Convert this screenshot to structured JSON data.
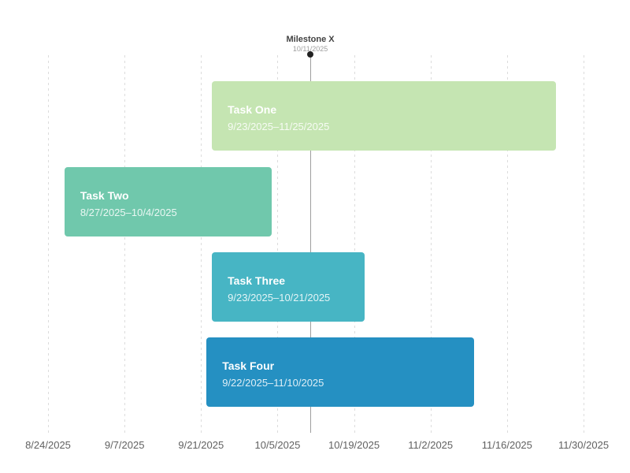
{
  "chart_data": {
    "type": "gantt",
    "axis": {
      "range_start": "8/24/2025",
      "range_end": "11/30/2025",
      "tick_labels": [
        "8/24/2025",
        "9/7/2025",
        "9/21/2025",
        "10/5/2025",
        "10/19/2025",
        "11/2/2025",
        "11/16/2025",
        "11/30/2025"
      ],
      "grid": "dashed-vertical"
    },
    "milestone": {
      "label": "Milestone X",
      "date": "10/11/2025"
    },
    "tasks": [
      {
        "name": "Task One",
        "start": "9/23/2025",
        "end": "11/25/2025",
        "date_label": "9/23/2025–11/25/2025",
        "color": "#c5e5b2"
      },
      {
        "name": "Task Two",
        "start": "8/27/2025",
        "end": "10/4/2025",
        "date_label": "8/27/2025–10/4/2025",
        "color": "#70c8ac"
      },
      {
        "name": "Task Three",
        "start": "9/23/2025",
        "end": "10/21/2025",
        "date_label": "9/23/2025–10/21/2025",
        "color": "#47b5c4"
      },
      {
        "name": "Task Four",
        "start": "9/22/2025",
        "end": "11/10/2025",
        "date_label": "9/22/2025–11/10/2025",
        "color": "#2590c2"
      }
    ],
    "colors": {
      "background": "#ffffff",
      "gridline": "#dcdcdc",
      "milestone_line": "#9e9e9e",
      "milestone_dot": "#212121",
      "axis_label": "#616161",
      "bar_text": "#ffffff"
    }
  }
}
